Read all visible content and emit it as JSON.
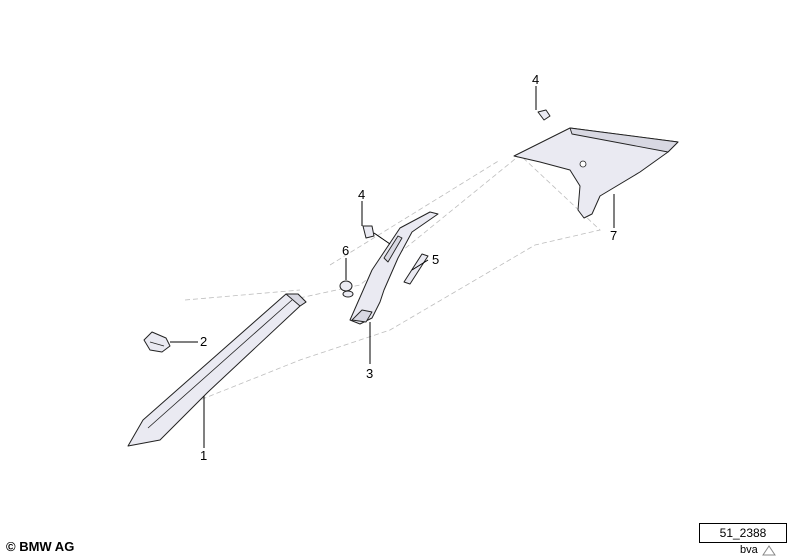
{
  "callouts": {
    "c1": "1",
    "c2": "2",
    "c3": "3",
    "c4a": "4",
    "c4b": "4",
    "c5": "5",
    "c6": "6",
    "c7": "7"
  },
  "footer": {
    "copyright": "© BMW AG",
    "ref_number": "51_2388",
    "sub_tag": "bva"
  },
  "icons": {
    "corner": "triangle-icon"
  }
}
